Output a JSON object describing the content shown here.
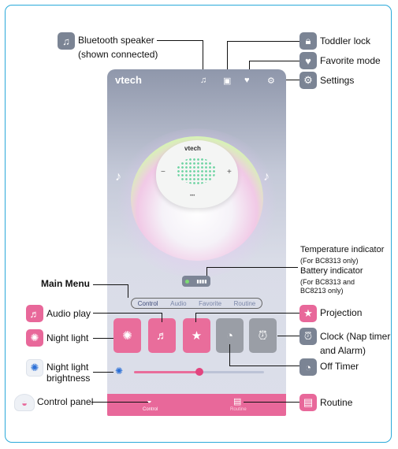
{
  "labels": {
    "bluetooth": "Bluetooth speaker",
    "bluetooth_sub": "(shown connected)",
    "toddler_lock": "Toddler lock",
    "favorite": "Favorite mode",
    "settings": "Settings",
    "temp_title": "Temperature indicator",
    "temp_sub": "(For BC8313 only)",
    "battery_title": "Battery indicator",
    "battery_sub1": "(For BC8313 and",
    "battery_sub2": "BC8213 only)",
    "main_menu": "Main Menu",
    "audio_play": "Audio play",
    "projection": "Projection",
    "night_light": "Night light",
    "clock1": "Clock (Nap timer",
    "clock2": "and Alarm)",
    "off_timer": "Off Timer",
    "brightness1": "Night light",
    "brightness2": "brightness",
    "control_panel": "Control panel",
    "routine": "Routine"
  },
  "app": {
    "brand": "vtech",
    "device_brand": "vtech",
    "minus": "−",
    "plus": "+",
    "dots": "•••",
    "battery": "▮▮▮▮",
    "tabs": [
      "Control",
      "Audio",
      "Favorite",
      "Routine"
    ],
    "bottom_control": "Control",
    "bottom_routine": "Routine"
  },
  "icons": {
    "bluetooth": "music-note-icon",
    "lock": "lock-icon",
    "heart": "heart-icon",
    "gear": "gear-icon"
  },
  "colors": {
    "accent": "#e8689a",
    "frame": "#2aa9d9",
    "icon_gray": "#7b8494"
  }
}
